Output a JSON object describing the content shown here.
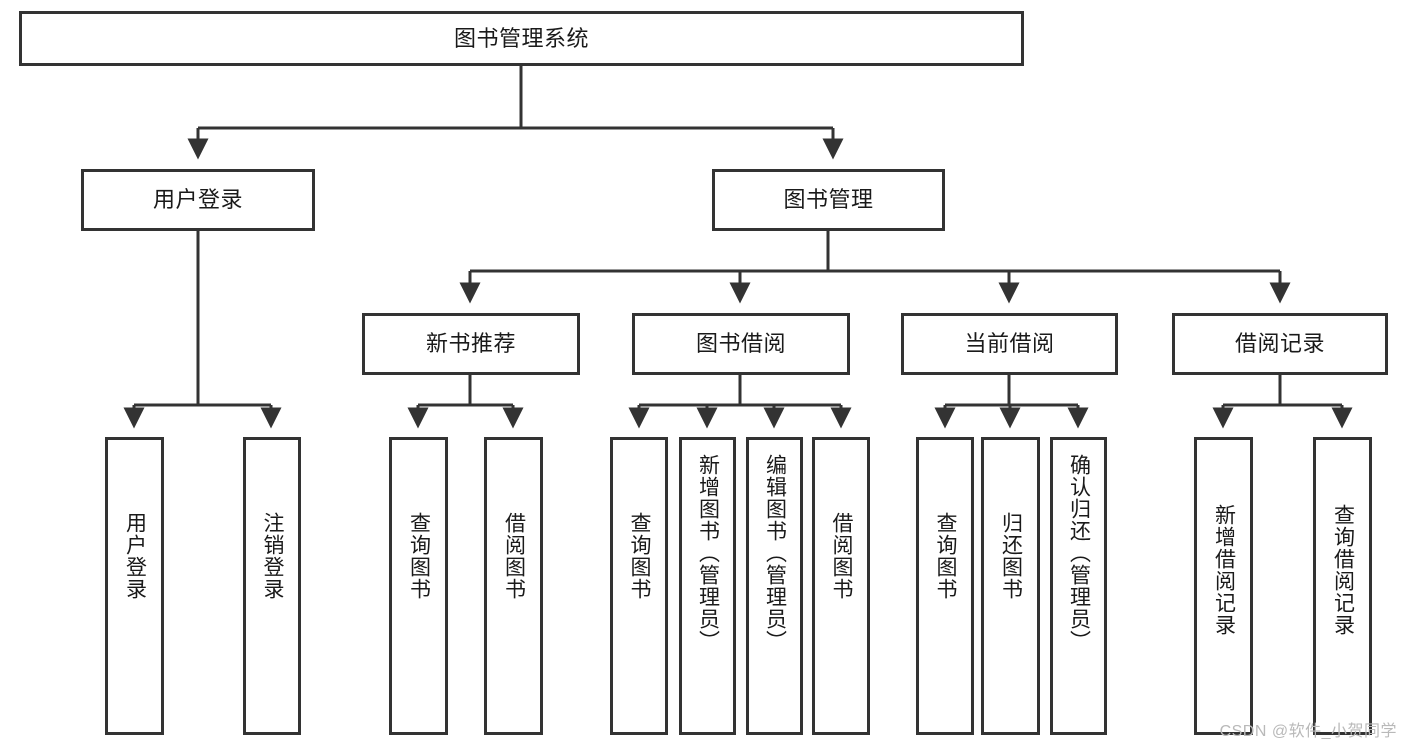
{
  "diagram": {
    "type": "tree",
    "title": "图书管理系统",
    "watermark": "CSDN @软件_小贺同学",
    "line_color": "#333333",
    "box_fill": "#ffffff",
    "text_color": "#1a1a1a",
    "levels": {
      "root": {
        "label": "图书管理系统"
      },
      "level2": [
        {
          "label": "用户登录"
        },
        {
          "label": "图书管理"
        }
      ],
      "level3": [
        {
          "label": "新书推荐"
        },
        {
          "label": "图书借阅"
        },
        {
          "label": "当前借阅"
        },
        {
          "label": "借阅记录"
        }
      ],
      "leaves_user_login": [
        {
          "label": "用户登录"
        },
        {
          "label": "注销登录"
        }
      ],
      "leaves_new_books": [
        {
          "label": "查询图书"
        },
        {
          "label": "借阅图书"
        }
      ],
      "leaves_borrow": [
        {
          "label": "查询图书"
        },
        {
          "label": "新增图书（管理员）"
        },
        {
          "label": "编辑图书（管理员）"
        },
        {
          "label": "借阅图书"
        }
      ],
      "leaves_current": [
        {
          "label": "查询图书"
        },
        {
          "label": "归还图书"
        },
        {
          "label": "确认归还（管理员）"
        }
      ],
      "leaves_records": [
        {
          "label": "新增借阅记录"
        },
        {
          "label": "查询借阅记录"
        }
      ]
    }
  }
}
